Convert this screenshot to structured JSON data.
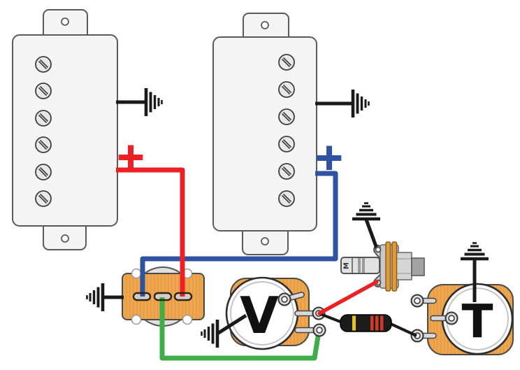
{
  "labels": {
    "left_pickup_polarity": "+",
    "right_pickup_polarity": "+",
    "volume_pot": "V",
    "tone_pot": "T",
    "jack_sleeve_marking": "M"
  },
  "colors": {
    "hot_red": "#ed2024",
    "hot_blue": "#2f53a0",
    "output_green": "#3fae49",
    "pot_orange": "#efa64c",
    "washer_orange": "#e29a3c",
    "ground_black": "#1a1a1a",
    "pickup_fill": "#f4f4f4",
    "pot_body_gray": "#e0e0e0",
    "resistor_body": "#1c1c1c",
    "resistor_band_yellow": "#e9c41f",
    "resistor_band_red": "#d03a28"
  }
}
